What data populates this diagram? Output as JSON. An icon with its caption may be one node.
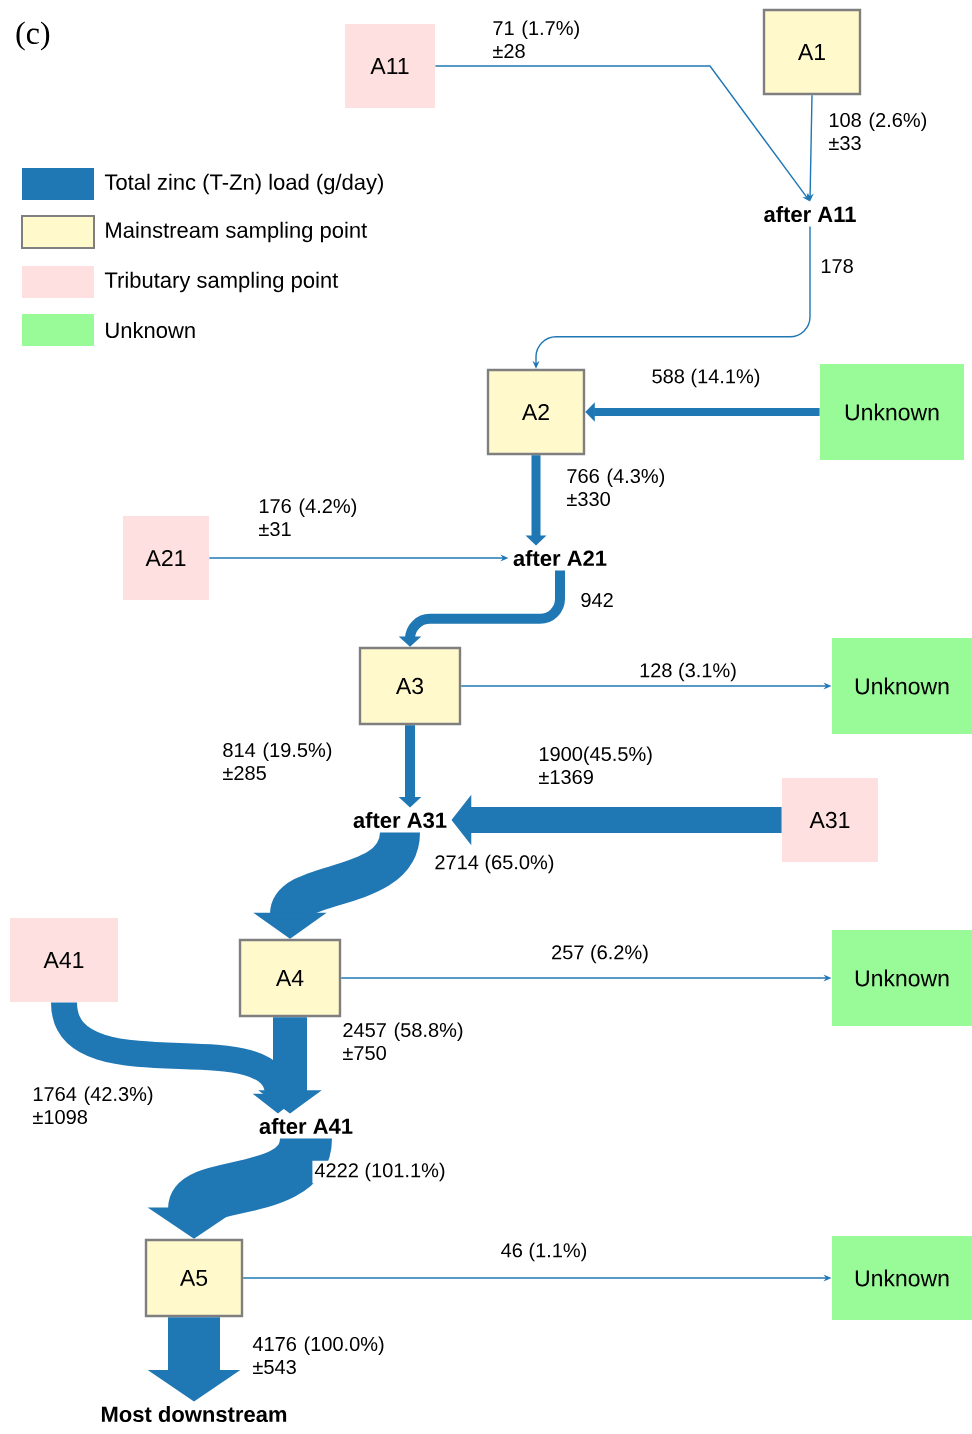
{
  "diagram": {
    "nodes": [
      {
        "text": [
          "A11"
        ]
      },
      {
        "text": [
          "A1"
        ]
      },
      {
        "text": [
          "after A11"
        ]
      },
      {
        "text": [
          "A2"
        ]
      },
      {
        "text": [
          "Unknown"
        ]
      },
      {
        "text": [
          "A21"
        ]
      },
      {
        "text": [
          "after A21"
        ]
      },
      {
        "text": [
          "A3"
        ]
      },
      {
        "text": [
          "Unknown"
        ]
      },
      {
        "text": [
          "after A31"
        ]
      },
      {
        "text": [
          "A31"
        ]
      },
      {
        "text": [
          "A41"
        ]
      },
      {
        "text": [
          "A4"
        ]
      },
      {
        "text": [
          "Unknown"
        ]
      },
      {
        "text": [
          "after A41"
        ]
      },
      {
        "text": [
          "A5"
        ]
      },
      {
        "text": [
          "Unknown"
        ]
      },
      {
        "text": [
          "Most downstream"
        ]
      }
    ],
    "edges": [
      {
        "from": 0,
        "to": 2,
        "arrow": "to",
        "label": "71 (1.7%) ±28"
      },
      {
        "from": 1,
        "to": 2,
        "arrow": "to",
        "label": "108 (2.6%) ±33"
      },
      {
        "from": 2,
        "to": 3,
        "arrow": "to",
        "label": "178"
      },
      {
        "from": 4,
        "to": 3,
        "arrow": "to",
        "label": "588 (14.1%)"
      },
      {
        "from": 3,
        "to": 6,
        "arrow": "to",
        "label": "766 (4.3%) ±330"
      },
      {
        "from": 5,
        "to": 6,
        "arrow": "to",
        "label": "176 (4.2%) ±31"
      },
      {
        "from": 6,
        "to": 7,
        "arrow": "to",
        "label": "942"
      },
      {
        "from": 7,
        "to": 8,
        "arrow": "to",
        "label": "128 (3.1%)"
      },
      {
        "from": 7,
        "to": 9,
        "arrow": "to",
        "label": "814 (19.5%) ±285"
      },
      {
        "from": 10,
        "to": 9,
        "arrow": "to",
        "label": "1900(45.5%) ±1369",
        "style": "thick"
      },
      {
        "from": 9,
        "to": 12,
        "arrow": "to",
        "label": "2714 (65.0%)",
        "style": "thick"
      },
      {
        "from": 12,
        "to": 13,
        "arrow": "to",
        "label": "257 (6.2%)"
      },
      {
        "from": 11,
        "to": 14,
        "arrow": "to",
        "label": "1764 (42.3%) ±1098",
        "style": "thick"
      },
      {
        "from": 12,
        "to": 14,
        "arrow": "to",
        "label": "2457 (58.8%) ±750",
        "style": "thick"
      },
      {
        "from": 14,
        "to": 15,
        "arrow": "to",
        "label": "4222 (101.1%)",
        "style": "thick"
      },
      {
        "from": 15,
        "to": 16,
        "arrow": "to",
        "label": "46 (1.1%)"
      },
      {
        "from": 15,
        "to": 17,
        "arrow": "to",
        "label": "4176 (100.0%) ±543",
        "style": "thick"
      }
    ],
    "labels": [
      "(c)"
    ],
    "legend": [
      {
        "text": "Total zinc (T-Zn) load (g/day)",
        "color": "#1f77b4"
      },
      {
        "text": "Mainstream sampling point",
        "color": "#fff9cc"
      },
      {
        "text": "Tributary sampling point",
        "color": "#ffe0e0"
      },
      {
        "text": "Unknown",
        "color": "#98fb98"
      }
    ]
  }
}
